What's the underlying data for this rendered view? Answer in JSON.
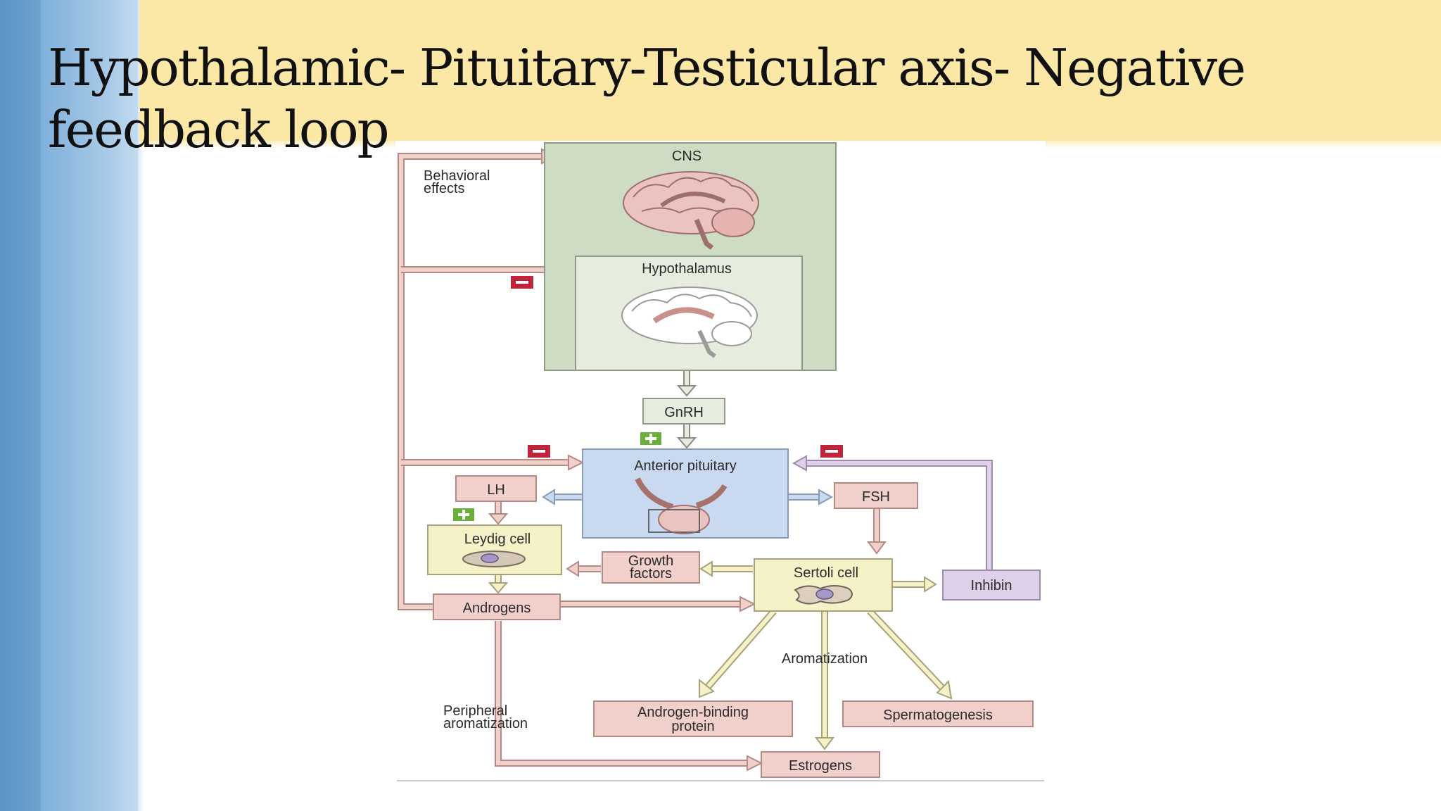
{
  "slide": {
    "title": "Hypothalamic- Pituitary-Testicular axis- Negative feedback loop"
  },
  "diagram": {
    "boxes": {
      "cns": "CNS",
      "hypothalamus": "Hypothalamus",
      "gnrh": "GnRH",
      "anterior_pituitary": "Anterior pituitary",
      "lh": "LH",
      "fsh": "FSH",
      "leydig_cell": "Leydig cell",
      "growth_factors": [
        "Growth",
        "factors"
      ],
      "sertoli_cell": "Sertoli cell",
      "inhibin": "Inhibin",
      "androgens": "Androgens",
      "androgen_binding_protein": [
        "Androgen-binding",
        "protein"
      ],
      "spermatogenesis": "Spermatogenesis",
      "estrogens": "Estrogens"
    },
    "labels": {
      "behavioral_effects": [
        "Behavioral",
        "effects"
      ],
      "aromatization": "Aromatization",
      "peripheral_aromatization": [
        "Peripheral",
        "aromatization"
      ]
    },
    "signs": {
      "minus": "−",
      "plus": "+"
    },
    "colors": {
      "cns_box": "#cfdcc4",
      "hypothalamus_box": "#e6eddf",
      "pituitary_box": "#c9d9ef",
      "pink_box": "#f1d0cb",
      "yellow_box": "#f6f2c8",
      "purple_box": "#ddd0e8",
      "minus_badge": "#c0243a",
      "plus_badge": "#6cae3b"
    }
  }
}
